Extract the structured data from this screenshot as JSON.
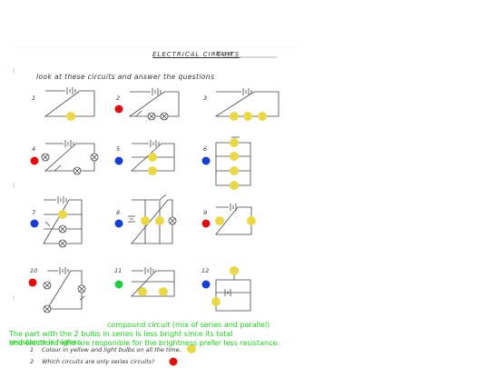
{
  "worksheet": {
    "title": "ELECTRICAL CIRCUITS",
    "name_label": "Name",
    "instruction": "look at these circuits and answer the questions",
    "circuit_numbers": [
      "1",
      "2",
      "3",
      "4",
      "5",
      "6",
      "7",
      "8",
      "9",
      "10",
      "11",
      "12"
    ]
  },
  "annotations": {
    "compound_label": "compound circuit (mix of series and parallel)",
    "explanation_line1": "The part with the 2 bulbs in series is less bright since its total resistance is higher",
    "explanation_line2": "and electrons who are responible for the brightness prefer less resistance."
  },
  "questions": [
    {
      "number": "1",
      "text": "Colour in yellow and light bulbs on all the time."
    },
    {
      "number": "2",
      "text": "Which circuits are only series circuits?"
    }
  ],
  "colors": {
    "yellow": "#e8d84a",
    "red": "#dd1111",
    "blue": "#1a3fd0",
    "green": "#22cc44",
    "ink": "#444444"
  }
}
